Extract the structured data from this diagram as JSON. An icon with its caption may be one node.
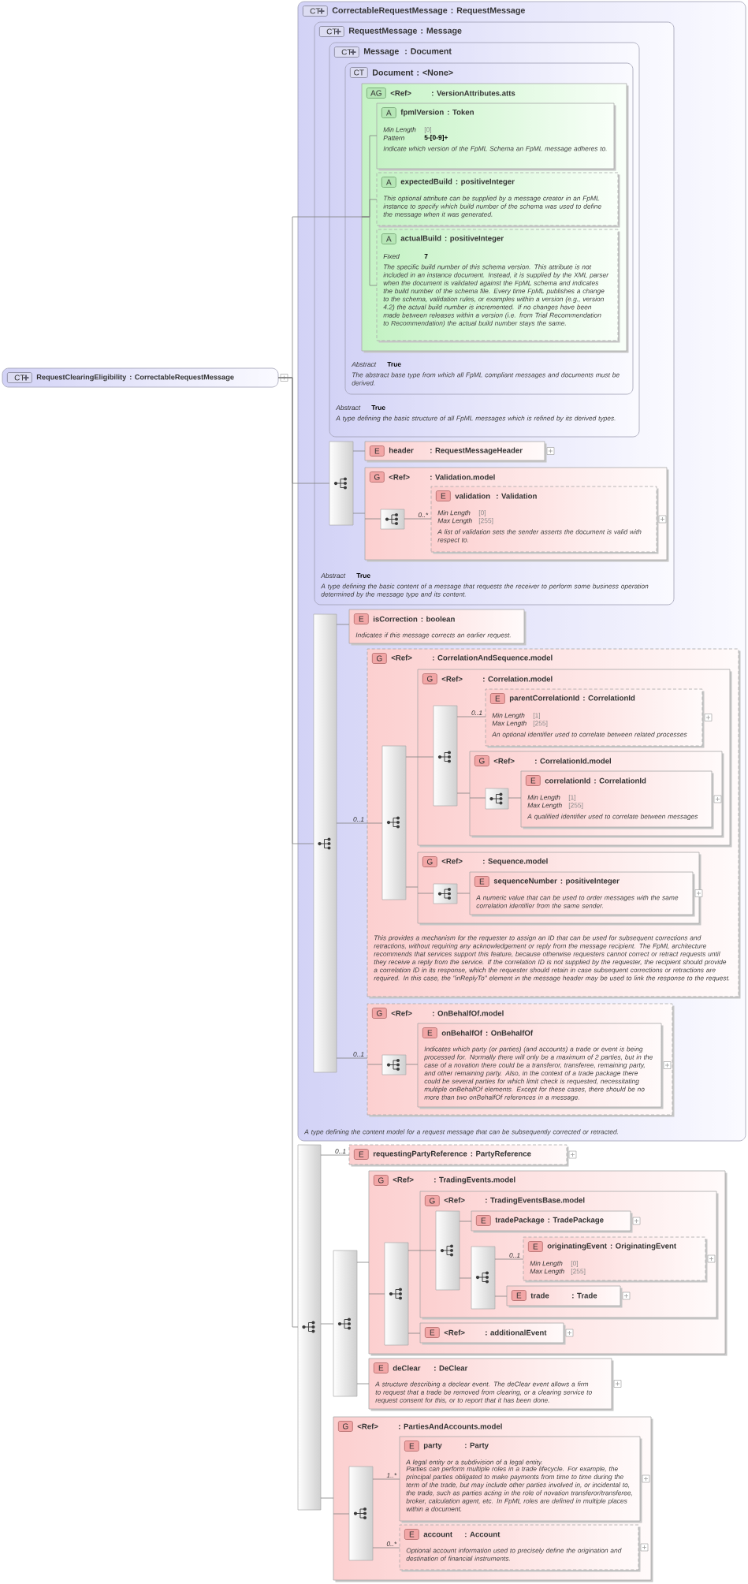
{
  "diagram": {
    "nodes": [
      {
        "text": [
          "CT",
          "RequestClearingEligibility",
          ": CorrectableRequestMessage"
        ]
      },
      {
        "text": [
          "CT",
          "CorrectableRequestMessage",
          ": RequestMessage",
          "A type defining the content model for a request message that can be subsequently corrected or retracted."
        ]
      },
      {
        "text": [
          "CT",
          "RequestMessage",
          ": Message",
          "Abstract",
          "True",
          "A type defining the basic content of a message that requests the receiver to perform some business operation determined by the message type and its content."
        ],
        "in": 1
      },
      {
        "text": [
          "CT",
          "Message",
          ": Document",
          "Abstract",
          "True",
          "A type defining the basic structure of all FpML messages which is refined by its derived types."
        ],
        "in": 2
      },
      {
        "text": [
          "CT",
          "Document",
          ": <None>",
          "Abstract",
          "True",
          "The abstract base type from which all FpML compliant messages and documents must be derived."
        ],
        "in": 3
      },
      {
        "text": [
          "AG",
          "<Ref>",
          ": VersionAttributes.atts"
        ],
        "in": 4
      },
      {
        "text": [
          "A",
          "fpmlVersion",
          ": Token",
          "Min Length",
          "[0]",
          "Pattern",
          "5-[0-9]+",
          "Indicate which version of the FpML Schema an FpML message adheres to."
        ],
        "in": 5
      },
      {
        "text": [
          "A",
          "expectedBuild",
          ": positiveInteger",
          "This optional attribute can be supplied by a message creator in an FpML instance to specify which build number of the schema was used to define the message when it was generated."
        ],
        "in": 5
      },
      {
        "text": [
          "A",
          "actualBuild",
          ": positiveInteger",
          "Fixed",
          "7",
          "The specific build number of this schema version. This attribute is not included in an instance document. Instead, it is supplied by the XML parser when the document is validated against the FpML schema and indicates the build number of the schema file. Every time FpML publishes a change to the schema, validation rules, or examples within a version (e.g., version 4.2) the actual build number is incremented. If no changes have been made between releases within a version (i.e. from Trial Recommendation to Recommendation) the actual build number stays the same."
        ],
        "in": 5
      },
      {
        "text": [],
        "shape": "bar",
        "in": 2
      },
      {
        "text": [
          "E",
          "header",
          ": RequestMessageHeader"
        ],
        "in": 2
      },
      {
        "text": [
          "G",
          "<Ref>",
          ": Validation.model"
        ],
        "in": 2
      },
      {
        "text": [],
        "shape": "bar",
        "in": 11
      },
      {
        "text": [
          "E",
          "validation",
          ": Validation",
          "Min Length",
          "[0]",
          "Max Length",
          "[255]",
          "A list of validation sets the sender asserts the document is valid with respect to."
        ],
        "in": 11
      },
      {
        "text": [],
        "shape": "bar",
        "in": 1
      },
      {
        "text": [
          "E",
          "isCorrection",
          ": boolean",
          "Indicates if this message corrects an earlier request."
        ],
        "in": 1
      },
      {
        "text": [
          "G",
          "<Ref>",
          ": CorrelationAndSequence.model",
          "This provides a mechanism for the requester to assign an ID that can be used for subsequent corrections and retractions, without requiring any acknowledgement or reply from the message recipient. The FpML architecture recommends that services support this feature, because otherwise requesters cannot correct or retract requests until they receive a reply from the service. If the correlation ID is not supplied by the requester, the recipient should provide a correlation ID in its response, which the requester should retain in case subsequent corrections or retractions are required. In this case, the \"inReplyTo\" element in the message header may be used to link the response to the request."
        ],
        "in": 1
      },
      {
        "text": [],
        "shape": "bar",
        "in": 16
      },
      {
        "text": [
          "G",
          "<Ref>",
          ": Correlation.model"
        ],
        "in": 16
      },
      {
        "text": [],
        "shape": "bar",
        "in": 18
      },
      {
        "text": [
          "E",
          "parentCorrelationId",
          ": CorrelationId",
          "Min Length",
          "[1]",
          "Max Length",
          "[255]",
          "An optional identifier used to correlate between related processes"
        ],
        "in": 18
      },
      {
        "text": [
          "G",
          "<Ref>",
          ": CorrelationId.model"
        ],
        "in": 18
      },
      {
        "text": [],
        "shape": "bar",
        "in": 21
      },
      {
        "text": [
          "E",
          "correlationId",
          ": CorrelationId",
          "Min Length",
          "[1]",
          "Max Length",
          "[255]",
          "A qualified identifier used to correlate between messages"
        ],
        "in": 21
      },
      {
        "text": [
          "G",
          "<Ref>",
          ": Sequence.model"
        ],
        "in": 16
      },
      {
        "text": [],
        "shape": "bar",
        "in": 24
      },
      {
        "text": [
          "E",
          "sequenceNumber",
          ": positiveInteger",
          "A numeric value that can be used to order messages with the same correlation identifier from the same sender."
        ],
        "in": 24
      },
      {
        "text": [
          "G",
          "<Ref>",
          ": OnBehalfOf.model"
        ],
        "in": 1
      },
      {
        "text": [],
        "shape": "bar",
        "in": 27
      },
      {
        "text": [
          "E",
          "onBehalfOf",
          ": OnBehalfOf",
          "Indicates which party (or parties) (and accounts) a trade or event is being processed for. Normally there will only be a maximum of 2 parties, but in the case of a novation there could be a transferor, transferee, remaining party, and other remaining party. Also, in the context of a trade package there could be several parties for which limit check is requested, necessitating multiple onBehalfOf elements. Except for these cases, there should be no more than two onBehalfOf references in a message."
        ],
        "in": 27
      },
      {
        "text": [],
        "shape": "bar"
      },
      {
        "text": [
          "E",
          "requestingPartyReference",
          ": PartyReference"
        ]
      },
      {
        "text": [],
        "shape": "bar"
      },
      {
        "text": [
          "G",
          "<Ref>",
          ": TradingEvents.model"
        ]
      },
      {
        "text": [],
        "shape": "bar",
        "in": 33
      },
      {
        "text": [
          "G",
          "<Ref>",
          ": TradingEventsBase.model"
        ],
        "in": 33
      },
      {
        "text": [],
        "shape": "bar",
        "in": 35
      },
      {
        "text": [
          "E",
          "tradePackage",
          ": TradePackage"
        ],
        "in": 35
      },
      {
        "text": [],
        "shape": "bar",
        "in": 35
      },
      {
        "text": [
          "E",
          "originatingEvent",
          ": OriginatingEvent",
          "Min Length",
          "[0]",
          "Max Length",
          "[255]"
        ],
        "in": 35
      },
      {
        "text": [
          "E",
          "trade",
          ": Trade"
        ],
        "in": 35
      },
      {
        "text": [
          "E",
          "<Ref>",
          ": additionalEvent"
        ],
        "in": 33
      },
      {
        "text": [
          "E",
          "deClear",
          ": DeClear",
          "A structure describing a declear event. The deClear event allows a firm to request that a trade be removed from clearing, or a clearing service to request consent for this, or to report that it has been done."
        ]
      },
      {
        "text": [
          "G",
          "<Ref>",
          ": PartiesAndAccounts.model"
        ]
      },
      {
        "text": [],
        "shape": "bar",
        "in": 43
      },
      {
        "text": [
          "E",
          "party",
          ": Party",
          "A legal entity or a subdivision of a legal entity.",
          "Parties can perform multiple roles in a trade lifecycle. For example, the principal parties obligated to make payments from time to time during the term of the trade, but may include other parties involved in, or incidental to, the trade, such as parties acting in the role of novation transferor/transferee, broker, calculation agent, etc. In FpML roles are defined in multiple places within a document."
        ],
        "in": 43
      },
      {
        "text": [
          "E",
          "account",
          ": Account",
          "Optional account information used to precisely define the origination and destination of financial instruments."
        ],
        "in": 43
      }
    ],
    "edges": [
      {
        "from": 0,
        "to": 5,
        "arrow": "none"
      },
      {
        "from": 0,
        "to": 9,
        "arrow": "none"
      },
      {
        "from": 0,
        "to": 14,
        "arrow": "none"
      },
      {
        "from": 0,
        "to": 30,
        "arrow": "none"
      },
      {
        "from": 5,
        "to": 6,
        "arrow": "none"
      },
      {
        "from": 5,
        "to": 7,
        "arrow": "none"
      },
      {
        "from": 5,
        "to": 8,
        "arrow": "none"
      },
      {
        "from": 9,
        "to": 10,
        "arrow": "none"
      },
      {
        "from": 9,
        "to": 11,
        "arrow": "none"
      },
      {
        "from": 11,
        "to": 12,
        "arrow": "none"
      },
      {
        "from": 12,
        "to": 13,
        "arrow": "none",
        "label": "0..*"
      },
      {
        "from": 14,
        "to": 15,
        "arrow": "none"
      },
      {
        "from": 14,
        "to": 16,
        "arrow": "none",
        "label": "0..1"
      },
      {
        "from": 14,
        "to": 27,
        "arrow": "none",
        "label": "0..1"
      },
      {
        "from": 16,
        "to": 17,
        "arrow": "none"
      },
      {
        "from": 17,
        "to": 18,
        "arrow": "none"
      },
      {
        "from": 17,
        "to": 24,
        "arrow": "none"
      },
      {
        "from": 18,
        "to": 19,
        "arrow": "none"
      },
      {
        "from": 19,
        "to": 20,
        "arrow": "none",
        "label": "0..1"
      },
      {
        "from": 19,
        "to": 21,
        "arrow": "none"
      },
      {
        "from": 21,
        "to": 22,
        "arrow": "none"
      },
      {
        "from": 22,
        "to": 23,
        "arrow": "none"
      },
      {
        "from": 24,
        "to": 25,
        "arrow": "none"
      },
      {
        "from": 25,
        "to": 26,
        "arrow": "none"
      },
      {
        "from": 27,
        "to": 28,
        "arrow": "none"
      },
      {
        "from": 28,
        "to": 29,
        "arrow": "none"
      },
      {
        "from": 30,
        "to": 31,
        "arrow": "none",
        "label": "0..1"
      },
      {
        "from": 30,
        "to": 32,
        "arrow": "none"
      },
      {
        "from": 30,
        "to": 43,
        "arrow": "none"
      },
      {
        "from": 32,
        "to": 33,
        "arrow": "none"
      },
      {
        "from": 32,
        "to": 42,
        "arrow": "none"
      },
      {
        "from": 33,
        "to": 34,
        "arrow": "none"
      },
      {
        "from": 34,
        "to": 35,
        "arrow": "none"
      },
      {
        "from": 34,
        "to": 41,
        "arrow": "none"
      },
      {
        "from": 35,
        "to": 36,
        "arrow": "none"
      },
      {
        "from": 36,
        "to": 37,
        "arrow": "none"
      },
      {
        "from": 36,
        "to": 38,
        "arrow": "none"
      },
      {
        "from": 38,
        "to": 39,
        "arrow": "none",
        "label": "0..1"
      },
      {
        "from": 38,
        "to": 40,
        "arrow": "none"
      },
      {
        "from": 43,
        "to": 44,
        "arrow": "none"
      },
      {
        "from": 44,
        "to": 45,
        "arrow": "none",
        "label": "1..*"
      },
      {
        "from": 44,
        "to": 46,
        "arrow": "none",
        "label": "0..*"
      }
    ]
  }
}
